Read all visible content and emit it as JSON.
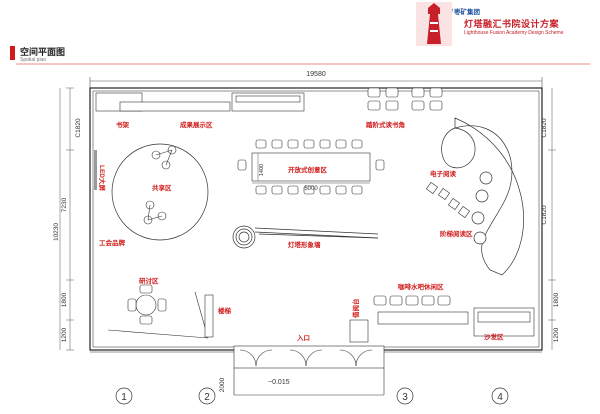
{
  "header": {
    "title": "空间平面图",
    "subtitle": "Spatial plan",
    "brand": "枣矿集团",
    "project_title": "灯塔融汇书院设计方案",
    "project_title_en": "Lighthouse Fusion Academy Design Scheme"
  },
  "dimensions": {
    "overall_width": "19580",
    "table_length": "5000",
    "table_width": "1400",
    "left_side": [
      "1200",
      "1800",
      "10230",
      "7230",
      "1820"
    ],
    "right_side": [
      "1820",
      "1820",
      "1800",
      "1200"
    ],
    "entry_depth": "2000",
    "level": "−0.015"
  },
  "zones": {
    "bookshelf": "书架",
    "display": "成果展示区",
    "step_reading": "踏阶式读书角",
    "open_discussion": "开放式创意区",
    "led_screen": "LED大屏",
    "share": "共享区",
    "e_reading": "电子阅读",
    "lighthouse_wall": "灯塔形象墙",
    "culture_brand": "工会品牌",
    "arc_reading": "阶梯阅读区",
    "seminar": "研讨区",
    "cafe_lounge": "咖啡水吧休闲区",
    "stairs": "楼梯",
    "entrance": "入口",
    "service": "借阅台",
    "sofa": "沙发区"
  },
  "axes": [
    "1",
    "2",
    "3",
    "4"
  ],
  "colors": {
    "label_red": "#d11a1a",
    "line": "#222222",
    "dim": "#555555"
  }
}
